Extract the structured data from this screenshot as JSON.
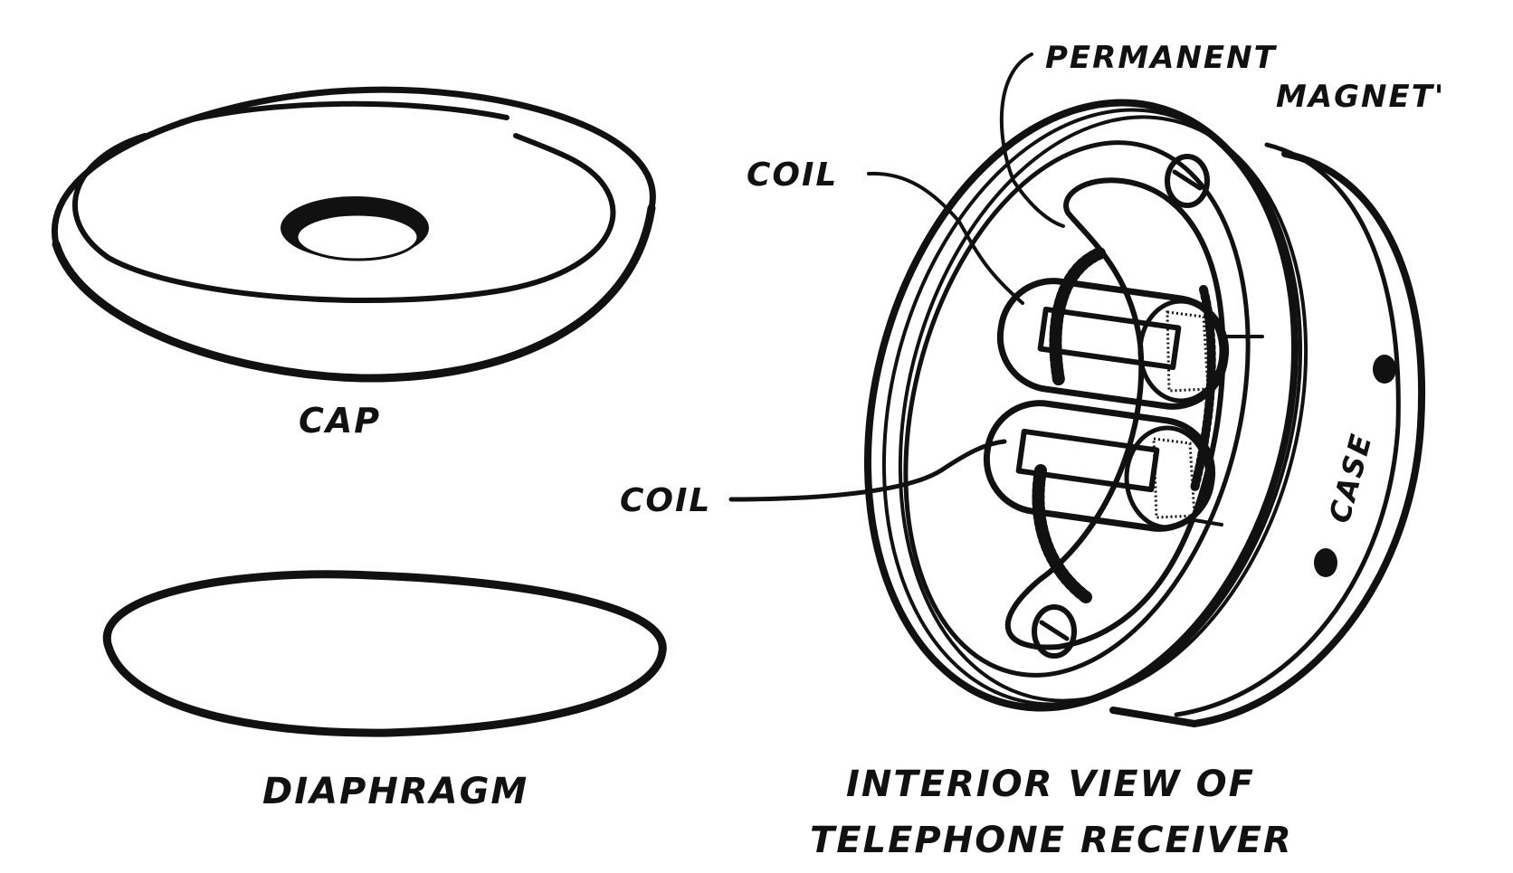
{
  "labels": {
    "cap": "CAP",
    "diaphragm": "DIAPHRAGM",
    "permanent": "PERMANENT",
    "magnet": "MAGNET'",
    "coil_top": "COIL",
    "coil_bottom": "COIL",
    "case": "CASE",
    "caption_line1": "INTERIOR VIEW OF",
    "caption_line2": "TELEPHONE RECEIVER"
  },
  "colors": {
    "ink": "#111111",
    "paper": "#ffffff"
  }
}
